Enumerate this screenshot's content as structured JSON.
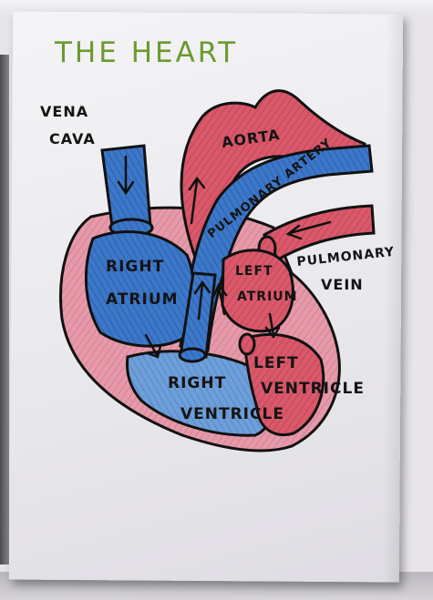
{
  "diagram": {
    "title": "THE HEART",
    "labels": {
      "vena_cava": [
        "VENA",
        "CAVA"
      ],
      "aorta": "AORTA",
      "pulmonary_artery": "PULMONARY ARTERY",
      "right_atrium": [
        "RIGHT",
        "ATRIUM"
      ],
      "left_atrium": [
        "LEFT",
        "ATRIUM"
      ],
      "pulmonary_vein": [
        "PULMONARY",
        "VEIN"
      ],
      "right_ventricle": [
        "RIGHT",
        "VENTRICLE"
      ],
      "left_ventricle": [
        "LEFT",
        "VENTRICLE"
      ]
    },
    "colors": {
      "title_green": "#6b9a2e",
      "oxygenated_red": "#d9596a",
      "deoxygenated_blue": "#3d78c8",
      "outline": "#111111",
      "paper": "#ecebef"
    }
  }
}
